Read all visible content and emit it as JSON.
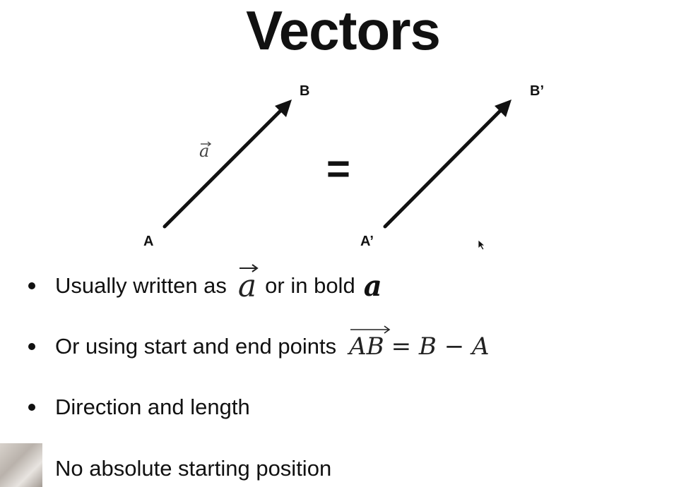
{
  "title": "Vectors",
  "diagram": {
    "left_vector": {
      "start": "A",
      "end": "B",
      "name": "a"
    },
    "equals": "=",
    "right_vector": {
      "start": "A’",
      "end": "B’"
    }
  },
  "bullets": [
    {
      "text": "Usually written as",
      "math1": "a",
      "mid": "or in bold",
      "math2": "a"
    },
    {
      "text": "Or using start and end points",
      "math_vec": "AB",
      "math_rest": "= B − A"
    },
    {
      "text": "Direction and length"
    },
    {
      "text": "No absolute starting position"
    }
  ]
}
